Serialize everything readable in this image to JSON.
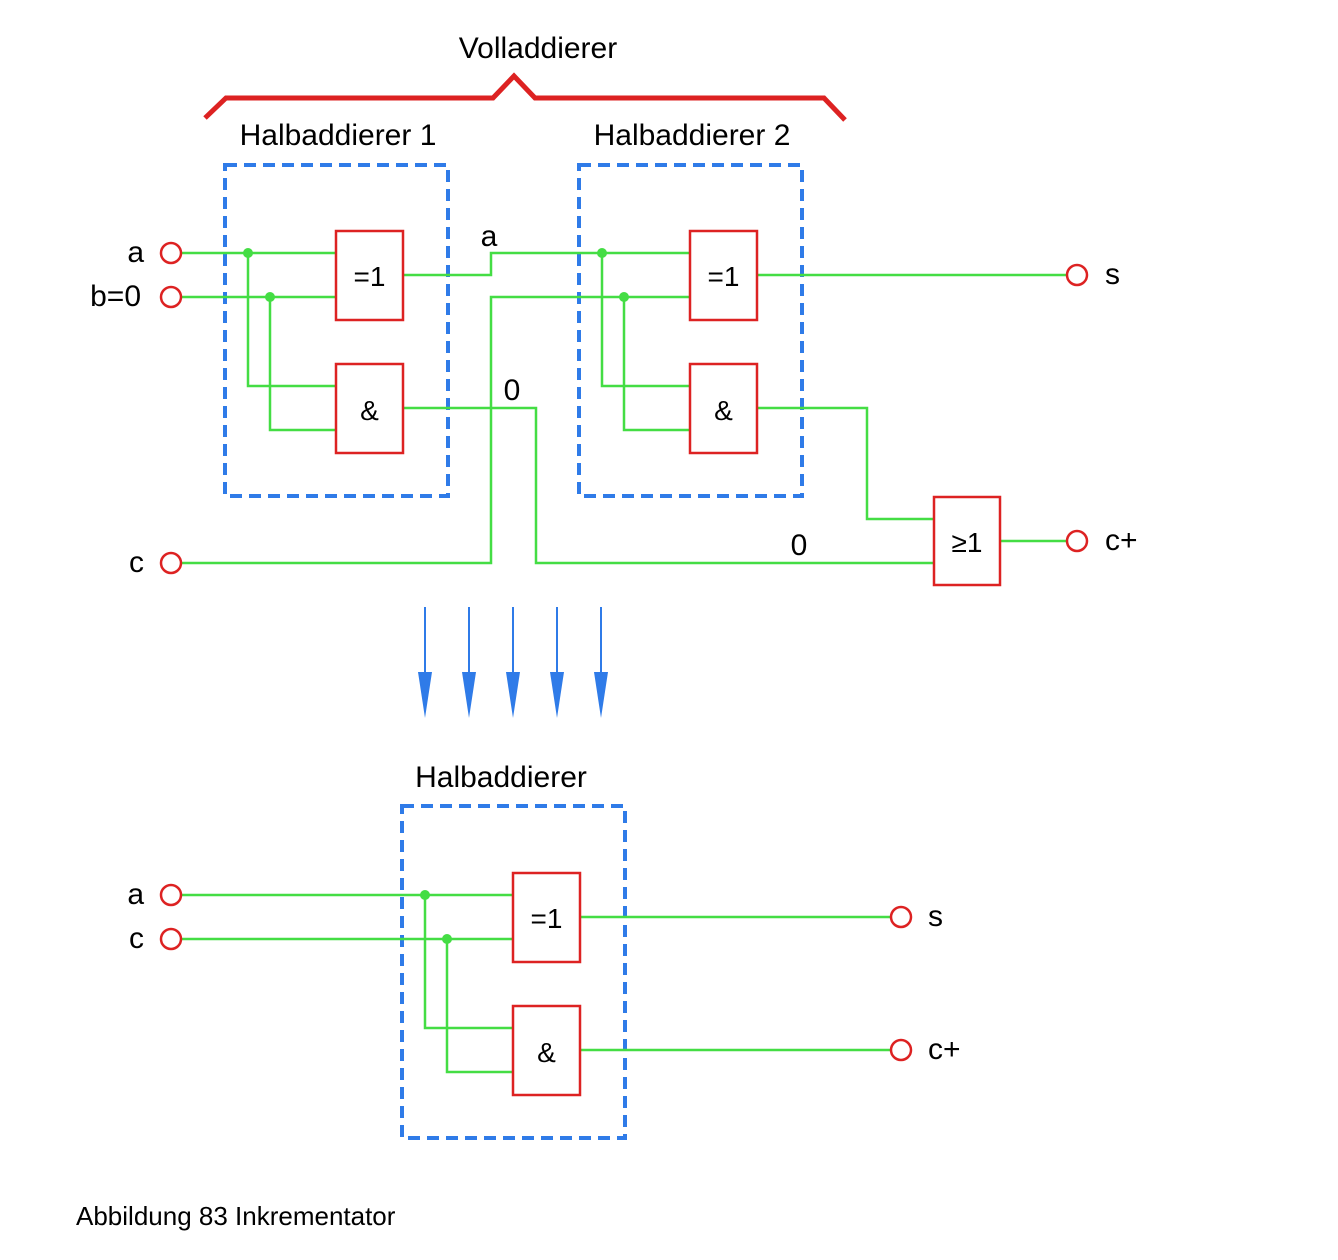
{
  "full_adder": {
    "title": "Volladdierer",
    "half_adder_1": "Halbaddierer 1",
    "half_adder_2": "Halbaddierer 2",
    "inputs": {
      "a": "a",
      "b": "b=0",
      "c": "c"
    },
    "outputs": {
      "s": "s",
      "carry": "c+"
    },
    "wire_labels": {
      "a": "a",
      "zero_mid": "0",
      "zero_low": "0"
    },
    "gates": {
      "xor": "=1",
      "and": "&",
      "or": "≥1"
    }
  },
  "half_adder": {
    "title": "Halbaddierer",
    "inputs": {
      "a": "a",
      "c": "c"
    },
    "outputs": {
      "s": "s",
      "carry": "c+"
    },
    "gates": {
      "xor": "=1",
      "and": "&"
    }
  },
  "caption": "Abbildung 83 Inkrementator",
  "colors": {
    "wire": "#44dd44",
    "gate_border": "#dd2222",
    "terminal": "#dd2222",
    "group_border": "#2f7be8",
    "brace": "#dd2222",
    "arrow": "#2f7be8"
  }
}
